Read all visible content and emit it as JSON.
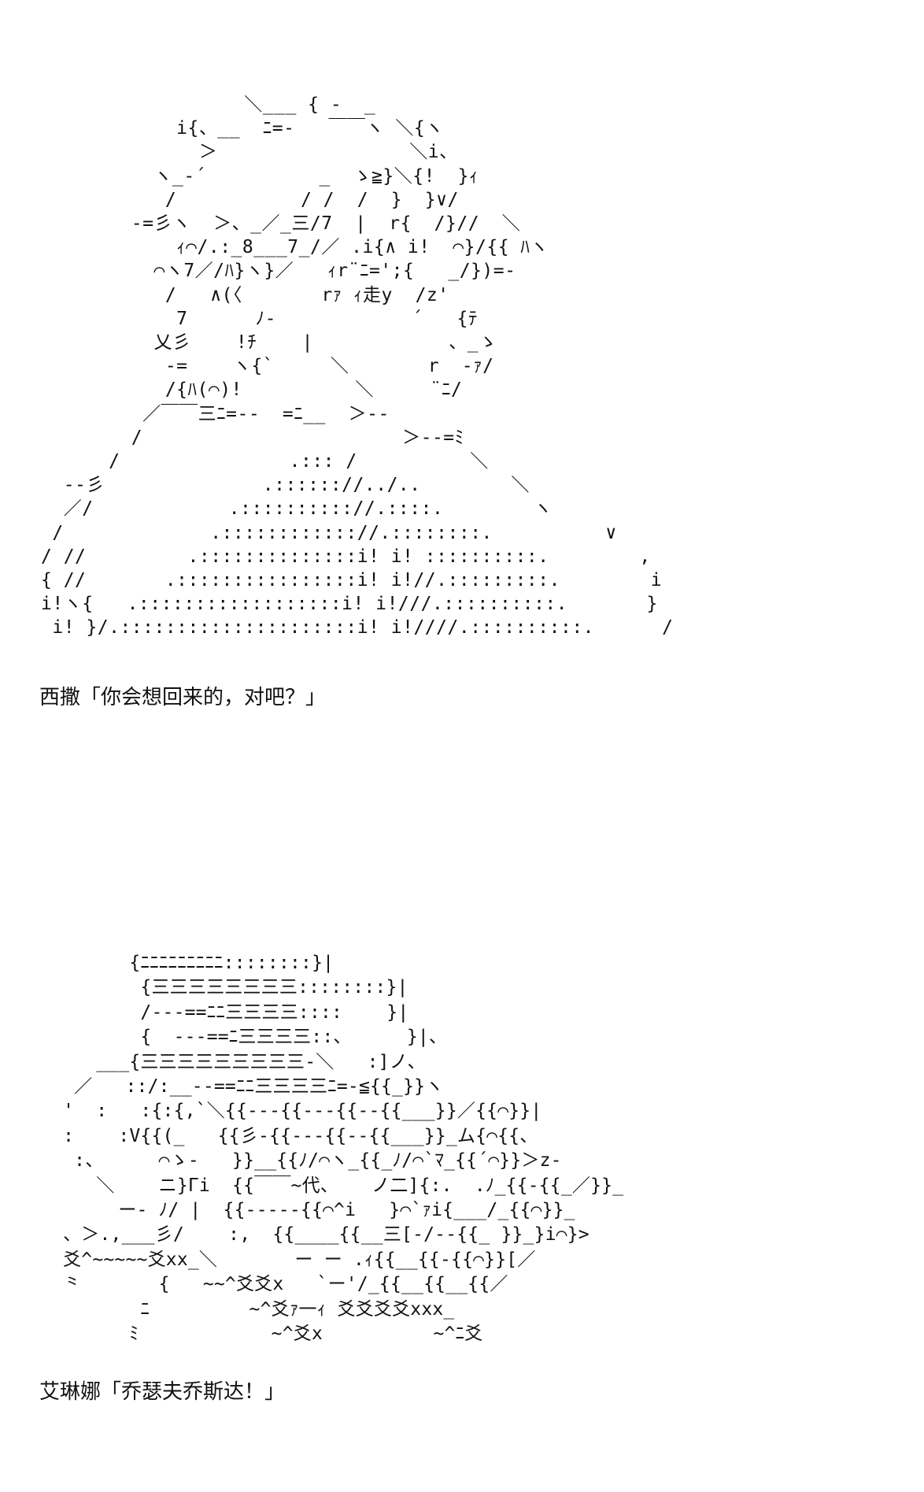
{
  "scenes": [
    {
      "ascii_art": "                  ＼___ { ‐  _\n            i{、__  ﾆ=-   ￣￣ヽ ＼{ヽ\n              ＞                 ＼i、\n          ヽ_‐´          _  ゝ≧}＼{!  }ｨ\n           /           / /  /  }  }∨/\n        ‐=彡ヽ  ＞、_／_三/7  |  r{  /}//  ＼\n            ｨ⌒/.:_8___7_/／ .i{∧ i!  ⌒}/{{ ﾊヽ\n          ⌒ヽ7／/ﾊ}ヽ}／   ｨr¨ﾆ=';{   _/})=‐\n           /   ∧(〈       rｧ ｨ走y  /z'\n            7      ﾉ‐            ´   {ﾃ\n          乂彡    !ﾁ    |            、_ゝ\n           -=    ヽ{`     ＼       r  -ｧ/\n           /{ﾊ(⌒)!          ＼     ¨ﾆ/\n         ／￣￣三ﾆ=--  =ﾆ__  ＞--\n        /                       ＞--=ﾐ\n      /               .::: /          ＼\n  --彡              .:::::://../..        ＼\n  ／/            .:::::::::://.::::.        ヽ\n /             .:::::::::::://.::::::::.          ∨\n/ //         .::::::::::::::i! i! ::::::::::.        ,\n{ //       .::::::::::::::::i! i!//.:::::::::.        i\ni!ヽ{   .::::::::::::::::::i! i!///.::::::::::.       }\n i! }/.:::::::::::::::::::::i! i!////.::::::::::.      /",
      "caption": "西撒「你会想回来的，对吧？」"
    },
    {
      "ascii_art": "        {ﾆﾆﾆﾆﾆﾆﾆﾆﾆ::::::::}|\n         {三三三三三三三三::::::::}|\n         /---==ﾆﾆ三三三三::::    }|\n         {  ---==ﾆ三三三三::、     }|、\n     ___{三三三三三三三三三‐＼   :]ノ、\n   ／   ::/:__--==ﾆﾆ三三三三ﾆ=-≦{{_}}ヽ\n  '  :   :{:{,`＼{{---{{---{{--{{___}}／{{⌒}}|\n  :    :V{{(_   {{彡-{{---{{--{{___}}_ム{⌒{{、\n   :、     ⌒ゝ-   }}__{{ﾉ/⌒ヽ_{{_ﾉ/⌒`ﾏ_{{´⌒}}＞z‐\n     ＼    ニ}Γi  {{￣￣~代、   ノ二]{:.  .ﾉ_{{-{{_／}}_\n       ー- ﾉ/ |  {{-----{{⌒^i   }⌒`ｧi{___/_{{⌒}}_\n  、＞.,___彡/    :,  {{____{{__三[‐/‐-{{_ }}_}i⌒}>\n  爻^~~~~~爻xx_＼       ー ー .ｨ{{__{{-{{⌒}}[／\n  ⺀       {   ~~^爻爻x   `ー'/_{{__{{__{{／\n         ﾆ         ~^爻ｧ一ｨ 爻爻爻爻xxx_\n        ﾐ            ~^爻x          ~^ﾆ爻",
      "caption": "艾琳娜「乔瑟夫乔斯达！」"
    }
  ]
}
